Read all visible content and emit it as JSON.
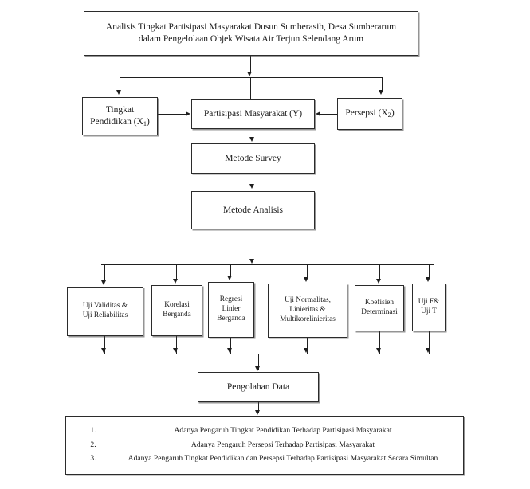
{
  "diagram": {
    "type": "flowchart",
    "title_box": {
      "line1": "Analisis Tingkat Partisipasi Masyarakat Dusun Sumberasih, Desa Sumberarum",
      "line2": "dalam Pengelolaan Objek Wisata Air Terjun Selendang Arum"
    },
    "variables": {
      "education": {
        "line1": "Tingkat",
        "line2": "Pendidikan (X",
        "sub": "1",
        "close": ")"
      },
      "participation": {
        "text": "Partisipasi Masyarakat (Y)"
      },
      "perception": {
        "line1": "Persepsi (X",
        "sub": "2",
        "close": ")"
      }
    },
    "method": {
      "survey": "Metode Survey",
      "analysis": "Metode Analisis"
    },
    "analysis_boxes": [
      {
        "id": "validity",
        "line1": "Uji Validitas &",
        "line2": "Uji Reliabilitas",
        "line3": ""
      },
      {
        "id": "correlation",
        "line1": "Korelasi",
        "line2": "Berganda",
        "line3": ""
      },
      {
        "id": "regression",
        "line1": "Regresi",
        "line2": "Linier",
        "line3": "Berganda"
      },
      {
        "id": "normality",
        "line1": "Uji Normalitas,",
        "line2": "Linieritas &",
        "line3": "Multikorelinieritas"
      },
      {
        "id": "determination",
        "line1": "Koefisien",
        "line2": "Determinasi",
        "line3": ""
      },
      {
        "id": "f-t-test",
        "line1": "Uji F&",
        "line2": "Uji T",
        "line3": ""
      }
    ],
    "processing": "Pengolahan Data",
    "conclusions": [
      "Adanya Pengaruh Tingkat Pendidikan Terhadap Partisipasi Masyarakat",
      "Adanya Pengaruh Persepsi Terhadap Partisipasi Masyarakat",
      "Adanya Pengaruh Tingkat Pendidikan dan Persepsi Terhadap Partisipasi Masyarakat Secara Simultan"
    ],
    "colors": {
      "border": "#2b2b2b",
      "line": "#1f1f1f",
      "background": "#ffffff",
      "text": "#1a1a1a"
    }
  }
}
